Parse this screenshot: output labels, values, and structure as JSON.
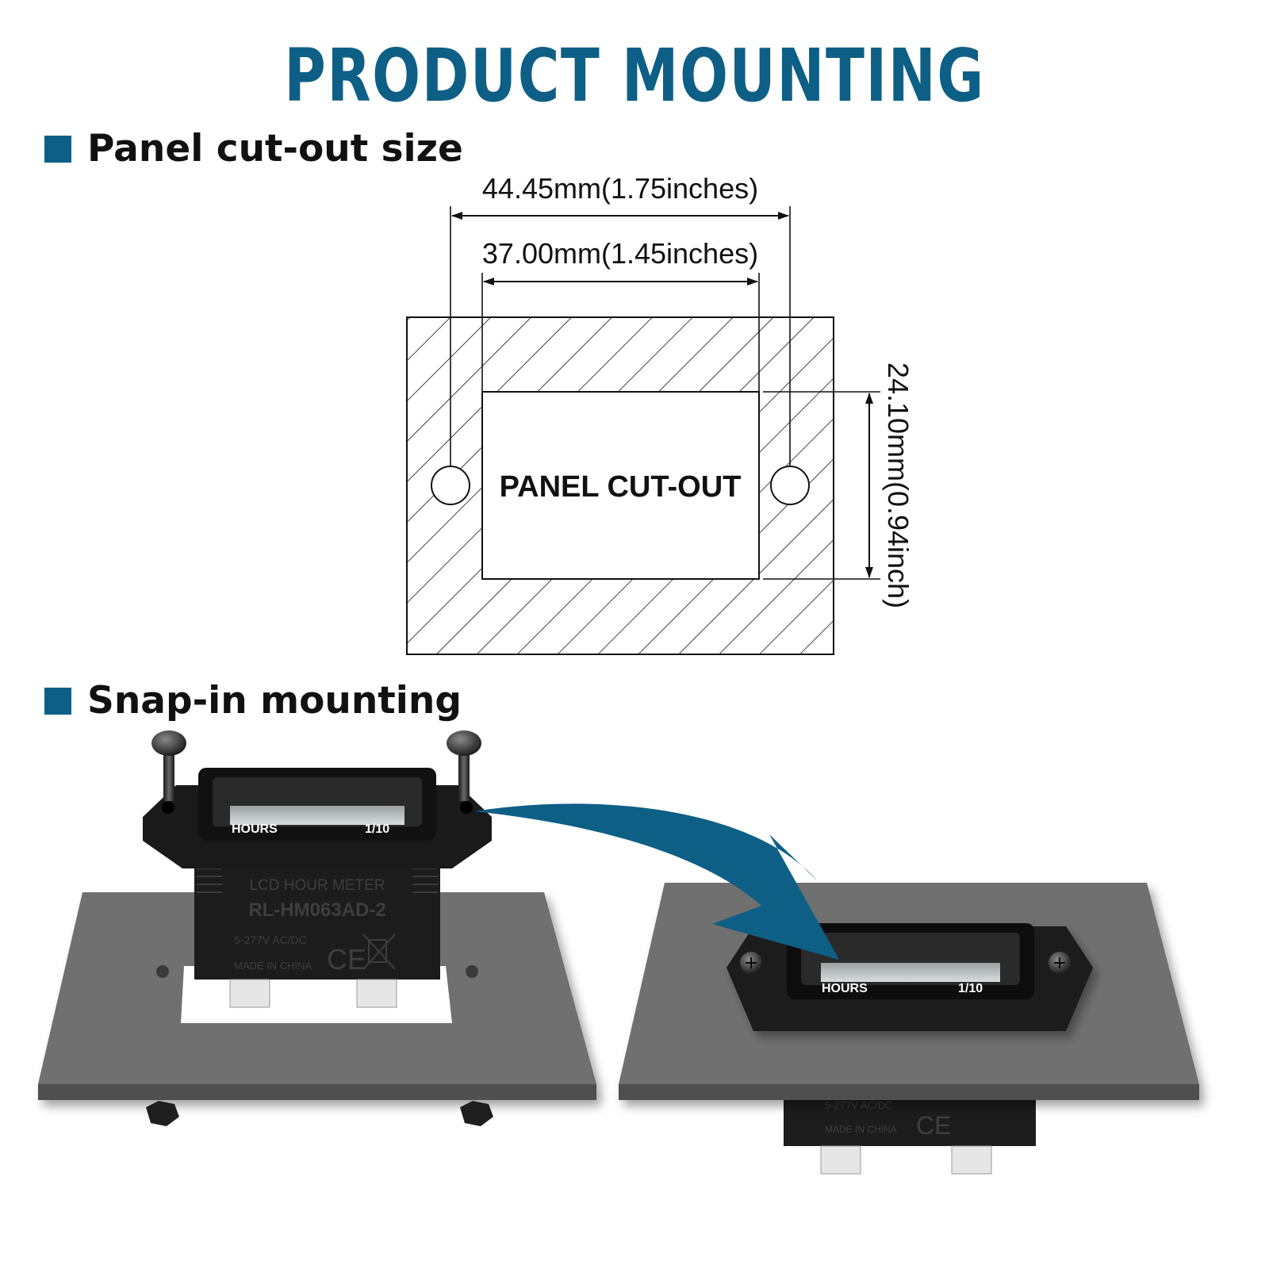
{
  "title": "PRODUCT MOUNTING",
  "colors": {
    "accent": "#0e5f86",
    "panel": "#707070",
    "meter": "#1c1c1c",
    "line": "#111111"
  },
  "sections": {
    "cutout": {
      "heading": "Panel cut-out size"
    },
    "snap": {
      "heading": "Snap-in mounting"
    }
  },
  "drawing": {
    "outer_width": "44.45mm(1.75inches)",
    "inner_width": "37.00mm(1.45inches)",
    "height": "24.10mm(0.94inch)",
    "cutout_label": "PANEL CUT-OUT"
  },
  "meter": {
    "hours_label": "HOURS",
    "scale_label": "1/10",
    "body_line1": "LCD HOUR METER",
    "body_line2": "RL-HM063AD-2",
    "voltage": "5-277V AC/DC",
    "origin": "MADE IN CHINA"
  }
}
